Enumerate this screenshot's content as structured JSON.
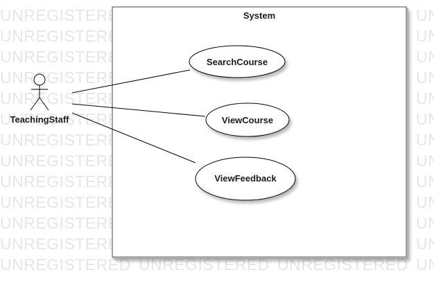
{
  "watermark": "UNREGISTERED",
  "system": {
    "label": "System"
  },
  "actor": {
    "label": "TeachingStaff"
  },
  "use_cases": [
    {
      "label": "SearchCourse"
    },
    {
      "label": "ViewCourse"
    },
    {
      "label": "ViewFeedback"
    }
  ],
  "colors": {
    "watermark": "#e6e6e6",
    "boundary": "#777777",
    "line": "#000000",
    "shadow": "#cfcfcf"
  }
}
